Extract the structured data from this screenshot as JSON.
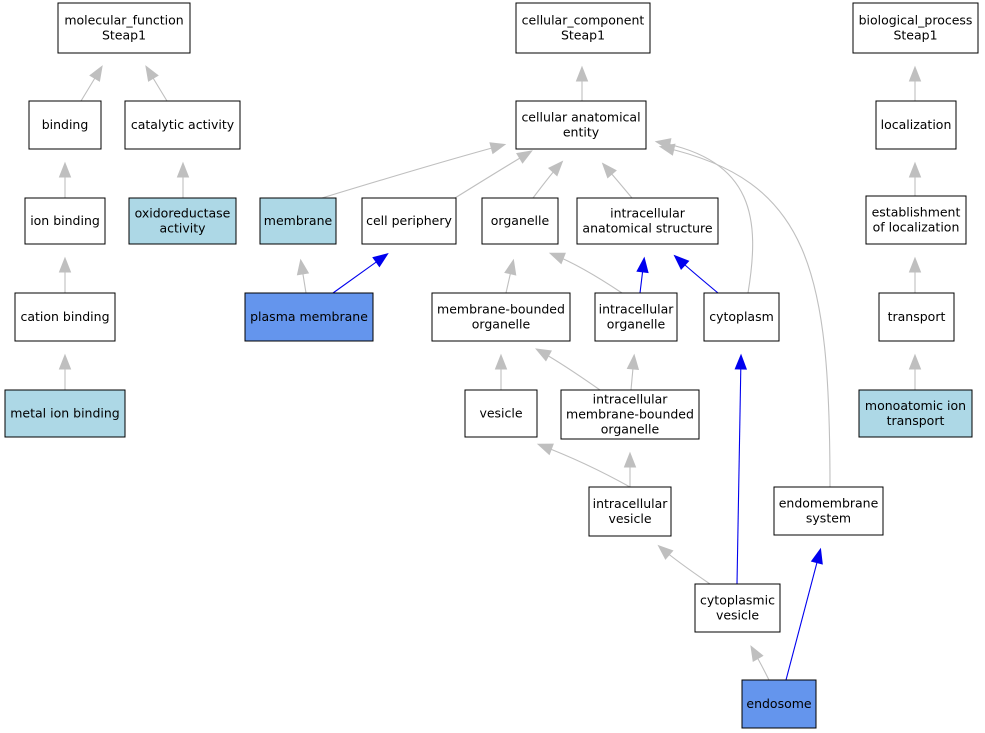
{
  "colors": {
    "plain_fill": "#ffffff",
    "light_fill": "#add8e6",
    "dark_fill": "#6495ed",
    "gray_edge": "#bfbfbf",
    "blue_edge": "#0000ee"
  },
  "nodes": [
    {
      "id": "mf",
      "lines": [
        "molecular_function",
        "Steap1"
      ],
      "fill": "plain"
    },
    {
      "id": "binding",
      "lines": [
        "binding"
      ],
      "fill": "plain"
    },
    {
      "id": "catalytic",
      "lines": [
        "catalytic activity"
      ],
      "fill": "plain"
    },
    {
      "id": "ion_binding",
      "lines": [
        "ion binding"
      ],
      "fill": "plain"
    },
    {
      "id": "oxidoreductase",
      "lines": [
        "oxidoreductase",
        "activity"
      ],
      "fill": "light"
    },
    {
      "id": "cation_binding",
      "lines": [
        "cation binding"
      ],
      "fill": "plain"
    },
    {
      "id": "metal_ion",
      "lines": [
        "metal ion binding"
      ],
      "fill": "light"
    },
    {
      "id": "cc",
      "lines": [
        "cellular_component",
        "Steap1"
      ],
      "fill": "plain"
    },
    {
      "id": "cae",
      "lines": [
        "cellular anatomical",
        "entity"
      ],
      "fill": "plain"
    },
    {
      "id": "membrane",
      "lines": [
        "membrane"
      ],
      "fill": "light"
    },
    {
      "id": "cell_periphery",
      "lines": [
        "cell periphery"
      ],
      "fill": "plain"
    },
    {
      "id": "organelle",
      "lines": [
        "organelle"
      ],
      "fill": "plain"
    },
    {
      "id": "ias",
      "lines": [
        "intracellular",
        "anatomical structure"
      ],
      "fill": "plain"
    },
    {
      "id": "plasma_membrane",
      "lines": [
        "plasma membrane"
      ],
      "fill": "dark"
    },
    {
      "id": "mbo",
      "lines": [
        "membrane-bounded",
        "organelle"
      ],
      "fill": "plain"
    },
    {
      "id": "io",
      "lines": [
        "intracellular",
        "organelle"
      ],
      "fill": "plain"
    },
    {
      "id": "cytoplasm",
      "lines": [
        "cytoplasm"
      ],
      "fill": "plain"
    },
    {
      "id": "vesicle",
      "lines": [
        "vesicle"
      ],
      "fill": "plain"
    },
    {
      "id": "imbo",
      "lines": [
        "intracellular",
        "membrane-bounded",
        "organelle"
      ],
      "fill": "plain"
    },
    {
      "id": "iv",
      "lines": [
        "intracellular",
        "vesicle"
      ],
      "fill": "plain"
    },
    {
      "id": "ems",
      "lines": [
        "endomembrane",
        "system"
      ],
      "fill": "plain"
    },
    {
      "id": "cv",
      "lines": [
        "cytoplasmic",
        "vesicle"
      ],
      "fill": "plain"
    },
    {
      "id": "endosome",
      "lines": [
        "endosome"
      ],
      "fill": "dark"
    },
    {
      "id": "bp",
      "lines": [
        "biological_process",
        "Steap1"
      ],
      "fill": "plain"
    },
    {
      "id": "localization",
      "lines": [
        "localization"
      ],
      "fill": "plain"
    },
    {
      "id": "eol",
      "lines": [
        "establishment",
        "of localization"
      ],
      "fill": "plain"
    },
    {
      "id": "transport",
      "lines": [
        "transport"
      ],
      "fill": "plain"
    },
    {
      "id": "mit",
      "lines": [
        "monoatomic ion",
        "transport"
      ],
      "fill": "light"
    }
  ],
  "edges": [
    {
      "from": "binding",
      "to": "mf",
      "color": "gray"
    },
    {
      "from": "catalytic",
      "to": "mf",
      "color": "gray"
    },
    {
      "from": "ion_binding",
      "to": "binding",
      "color": "gray"
    },
    {
      "from": "oxidoreductase",
      "to": "catalytic",
      "color": "gray"
    },
    {
      "from": "cation_binding",
      "to": "ion_binding",
      "color": "gray"
    },
    {
      "from": "metal_ion",
      "to": "cation_binding",
      "color": "gray"
    },
    {
      "from": "cae",
      "to": "cc",
      "color": "gray"
    },
    {
      "from": "membrane",
      "to": "cae",
      "color": "gray"
    },
    {
      "from": "cell_periphery",
      "to": "cae",
      "color": "gray"
    },
    {
      "from": "organelle",
      "to": "cae",
      "color": "gray"
    },
    {
      "from": "ias",
      "to": "cae",
      "color": "gray"
    },
    {
      "from": "cytoplasm",
      "to": "cae",
      "color": "gray"
    },
    {
      "from": "ems",
      "to": "cae",
      "color": "gray"
    },
    {
      "from": "plasma_membrane",
      "to": "membrane",
      "color": "gray"
    },
    {
      "from": "plasma_membrane",
      "to": "cell_periphery",
      "color": "blue"
    },
    {
      "from": "mbo",
      "to": "organelle",
      "color": "gray"
    },
    {
      "from": "io",
      "to": "organelle",
      "color": "gray"
    },
    {
      "from": "io",
      "to": "ias",
      "color": "blue"
    },
    {
      "from": "cytoplasm",
      "to": "ias",
      "color": "blue"
    },
    {
      "from": "vesicle",
      "to": "mbo",
      "color": "gray"
    },
    {
      "from": "imbo",
      "to": "mbo",
      "color": "gray"
    },
    {
      "from": "imbo",
      "to": "io",
      "color": "gray"
    },
    {
      "from": "iv",
      "to": "vesicle",
      "color": "gray"
    },
    {
      "from": "iv",
      "to": "imbo",
      "color": "gray"
    },
    {
      "from": "cv",
      "to": "iv",
      "color": "gray"
    },
    {
      "from": "cv",
      "to": "cytoplasm",
      "color": "blue"
    },
    {
      "from": "endosome",
      "to": "cv",
      "color": "gray"
    },
    {
      "from": "endosome",
      "to": "ems",
      "color": "blue"
    },
    {
      "from": "localization",
      "to": "bp",
      "color": "gray"
    },
    {
      "from": "eol",
      "to": "localization",
      "color": "gray"
    },
    {
      "from": "transport",
      "to": "eol",
      "color": "gray"
    },
    {
      "from": "mit",
      "to": "transport",
      "color": "gray"
    }
  ]
}
